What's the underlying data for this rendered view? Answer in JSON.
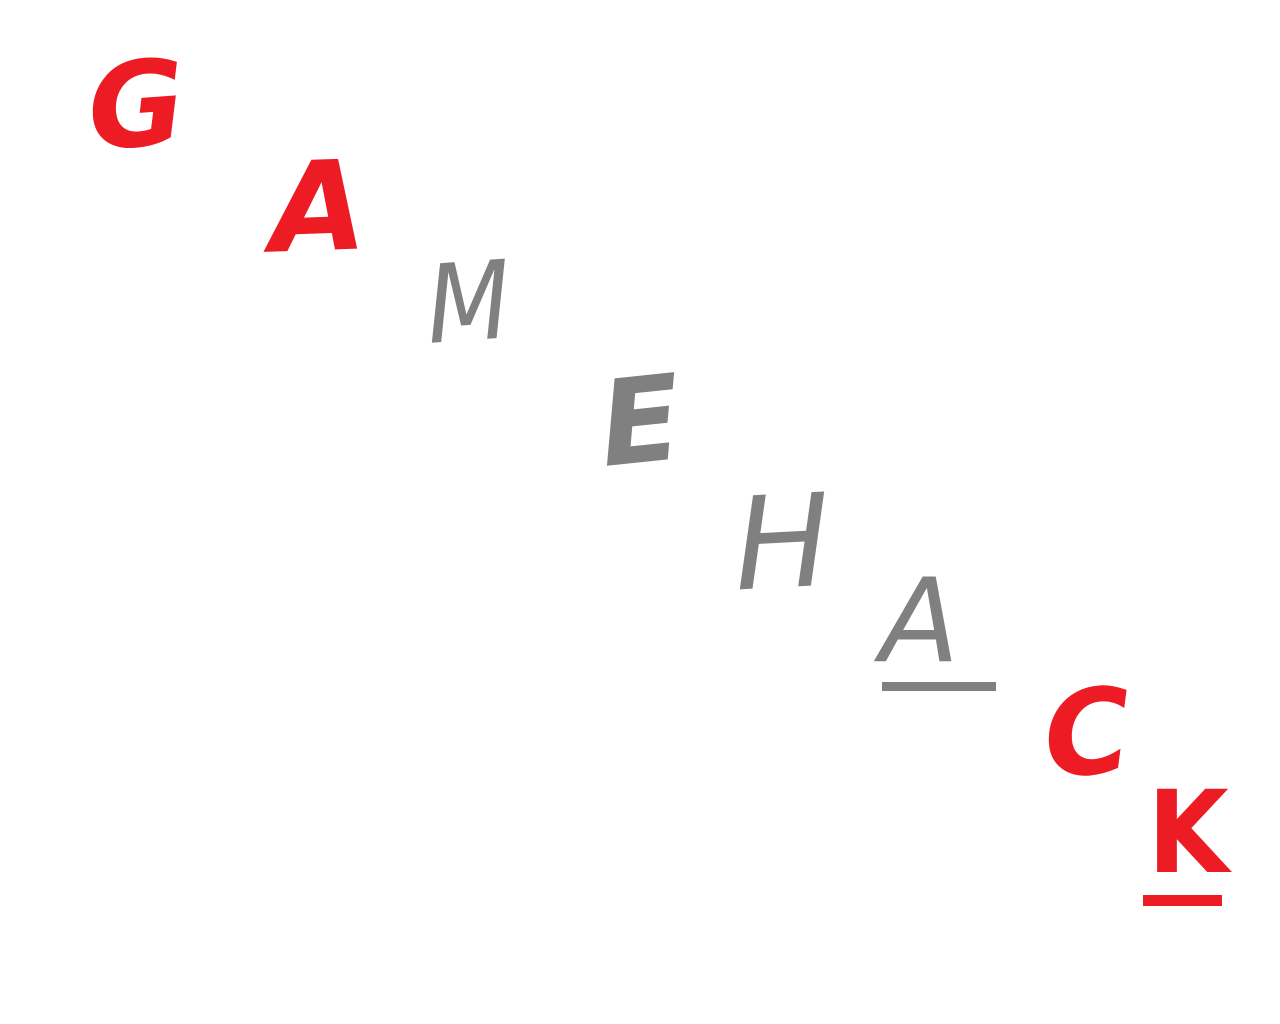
{
  "logo": {
    "word": "GAMEHACK",
    "letters": [
      {
        "char": "G",
        "color": "#ED1C24"
      },
      {
        "char": "A",
        "color": "#ED1C24"
      },
      {
        "char": "M",
        "color": "#808080"
      },
      {
        "char": "E",
        "color": "#808080"
      },
      {
        "char": "H",
        "color": "#808080"
      },
      {
        "char": "A",
        "color": "#808080",
        "underlined": true
      },
      {
        "char": "C",
        "color": "#ED1C24"
      },
      {
        "char": "K",
        "color": "#ED1C24",
        "underlined": true
      }
    ]
  }
}
